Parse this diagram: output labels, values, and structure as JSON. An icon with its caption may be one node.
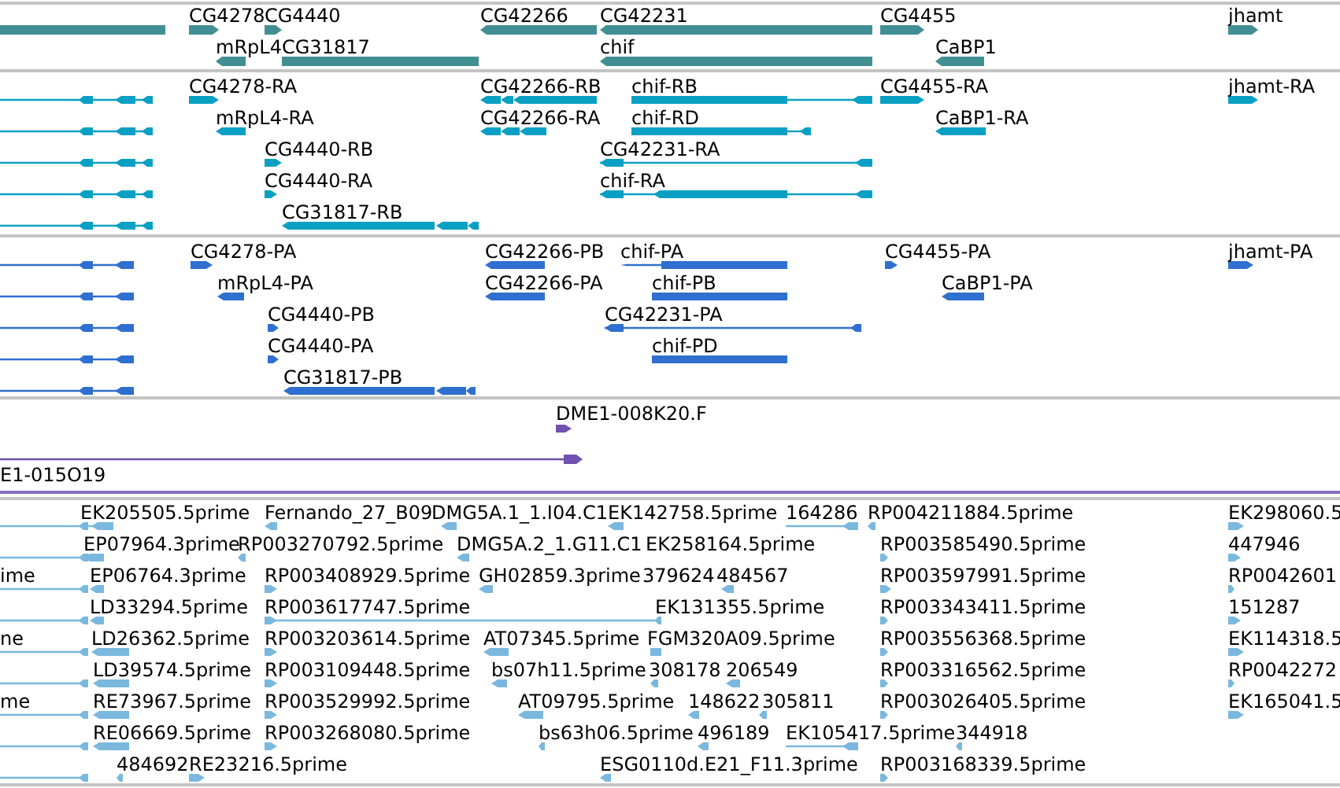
{
  "diagram": {
    "labels": [
      "CG4278",
      "CG4440",
      "CG42266",
      "CG42231",
      "CG4455",
      "jhamt",
      "mRpL4",
      "CG31817",
      "chif",
      "CaBP1",
      "CG4278-RA",
      "CG42266-RB",
      "chif-RB",
      "CG4455-RA",
      "jhamt-RA",
      "mRpL4-RA",
      "CG42266-RA",
      "chif-RD",
      "CaBP1-RA",
      "CG4440-RB",
      "CG42231-RA",
      "CG4440-RA",
      "chif-RA",
      "CG31817-RB",
      "CG4278-PA",
      "CG42266-PB",
      "chif-PA",
      "CG4455-PA",
      "jhamt-PA",
      "mRpL4-PA",
      "CG42266-PA",
      "chif-PB",
      "CaBP1-PA",
      "CG4440-PB",
      "CG42231-PA",
      "CG4440-PA",
      "chif-PD",
      "CG31817-PB",
      "DME1-008K20.F",
      "E1-015O19",
      "EK205505.5prime",
      "Fernando_27_B09",
      "DMG5A.1_1.I04.C1",
      "EK142758.5prime",
      "164286",
      "RP004211884.5prime",
      "EK298060.5",
      "EP07964.3prime",
      "RP003270792.5prime",
      "DMG5A.2_1.G11.C1",
      "EK258164.5prime",
      "RP003585490.5prime",
      "447946",
      "ime",
      "EP06764.3prime",
      "RP003408929.5prime",
      "GH02859.3prime",
      "379624",
      "484567",
      "RP003597991.5prime",
      "RP0042601",
      "LD33294.5prime",
      "RP003617747.5prime",
      "EK131355.5prime",
      "RP003343411.5prime",
      "151287",
      "ne",
      "LD26362.5prime",
      "RP003203614.5prime",
      "AT07345.5prime",
      "FGM320A09.5prime",
      "RP003556368.5prime",
      "EK114318.5",
      "LD39574.5prime",
      "RP003109448.5prime",
      "bs07h11.5prime",
      "308178",
      "206549",
      "RP003316562.5prime",
      "RP0042272",
      "me",
      "RE73967.5prime",
      "RP003529992.5prime",
      "AT09795.5prime",
      "148622",
      "305811",
      "RP003026405.5prime",
      "EK165041.5",
      "RE06669.5prime",
      "RP003268080.5prime",
      "bs63h06.5prime",
      "496189",
      "EK105417.5prime",
      "344918",
      "484692",
      "RE23216.5prime",
      "ESG0110d.E21_F11.3prime",
      "RP003168339.5prime"
    ]
  }
}
